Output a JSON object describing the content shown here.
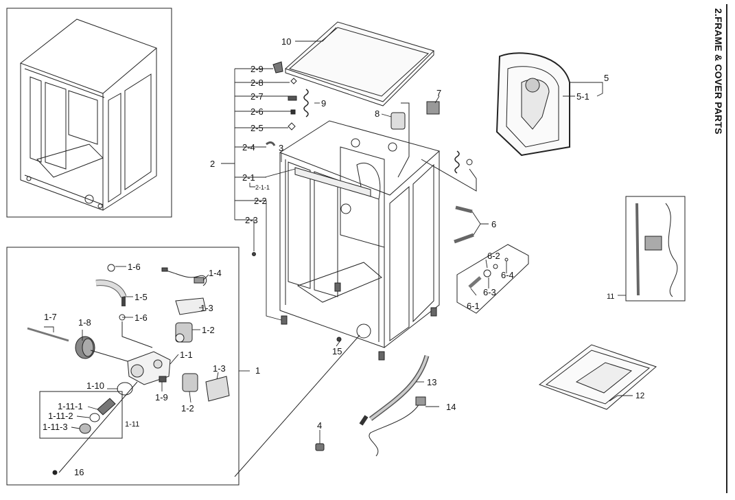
{
  "section_title": "2.FRAME & COVER PARTS",
  "callouts": {
    "c1": "1",
    "c1_2a": "1-2",
    "c1_2b": "1-2",
    "c1_3a": "1-3",
    "c1_3b": "1-3",
    "c1_4": "1-4",
    "c1_5": "1-5",
    "c1_6a": "1-6",
    "c1_6b": "1-6",
    "c1_7": "1-7",
    "c1_8": "1-8",
    "c1_9": "1-9",
    "c1_10": "1-10",
    "c1_1": "1-1",
    "c1_11": "1-11",
    "c1_11_1": "1-11-1",
    "c1_11_2": "1-11-2",
    "c1_11_3": "1-11-3",
    "c2": "2",
    "c2_1": "2-1",
    "c2_1_1": "2-1-1",
    "c2_2": "2-2",
    "c2_3": "2-3",
    "c2_4": "2-4",
    "c2_5": "2-5",
    "c2_6": "2-6",
    "c2_7": "2-7",
    "c2_8": "2-8",
    "c2_9": "2-9",
    "c3": "3",
    "c4": "4",
    "c5": "5",
    "c5_1": "5-1",
    "c6": "6",
    "c6_1": "6-1",
    "c6_2": "6-2",
    "c6_3": "6-3",
    "c6_4": "6-4",
    "c7": "7",
    "c8": "8",
    "c9": "9",
    "c10": "10",
    "c11": "11",
    "c12": "12",
    "c13": "13",
    "c14": "14",
    "c15": "15",
    "c16": "16"
  }
}
